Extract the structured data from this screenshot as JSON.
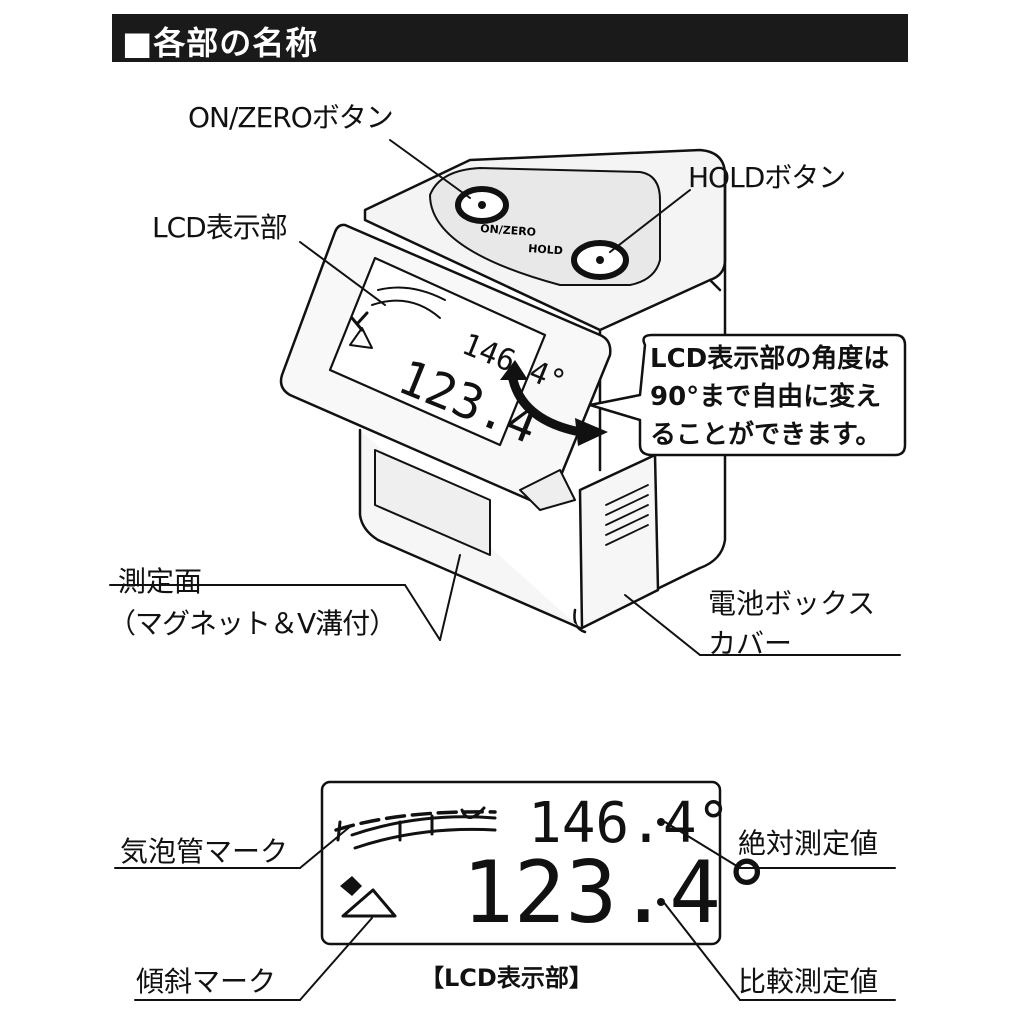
{
  "header": {
    "title": "■各部の名称"
  },
  "labels": {
    "on_zero_button": "ON/ZEROボタン",
    "hold_button": "HOLDボタン",
    "lcd_display": "LCD表示部",
    "measuring_surface_line1": "測定面",
    "measuring_surface_line2": "（マグネット＆V溝付）",
    "battery_cover_line1": "電池ボックス",
    "battery_cover_line2": "カバー",
    "bubble_mark": "気泡管マーク",
    "absolute_value": "絶対測定値",
    "tilt_mark": "傾斜マーク",
    "relative_value": "比較測定値",
    "lcd_caption": "【LCD表示部】"
  },
  "callout": {
    "line1": "LCD表示部の角度は",
    "line2": "90°まで自由に変え",
    "line3": "ることができます。"
  },
  "device": {
    "on_zero_print": "ON/ZERO",
    "hold_print": "HOLD",
    "lcd_small_value": "146.4°",
    "lcd_large_value": "123.4"
  },
  "lcd_detail": {
    "absolute_reading": "146.4°",
    "relative_reading": "123.4°"
  }
}
